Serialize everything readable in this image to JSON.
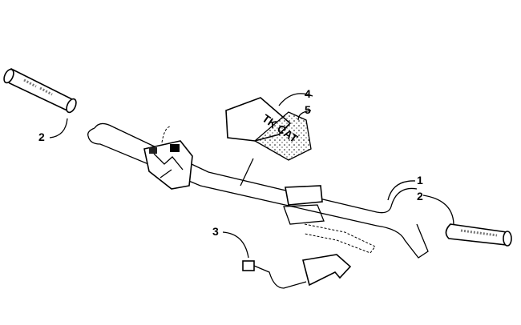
{
  "callouts": [
    {
      "id": "grip-left",
      "text": "2"
    },
    {
      "id": "pad-top",
      "text": "4"
    },
    {
      "id": "pad-bottom",
      "text": "5"
    },
    {
      "id": "bar",
      "text": "1"
    },
    {
      "id": "grip-right",
      "text": "2"
    },
    {
      "id": "harness",
      "text": "3"
    }
  ],
  "pad_logo": "TK CAT"
}
